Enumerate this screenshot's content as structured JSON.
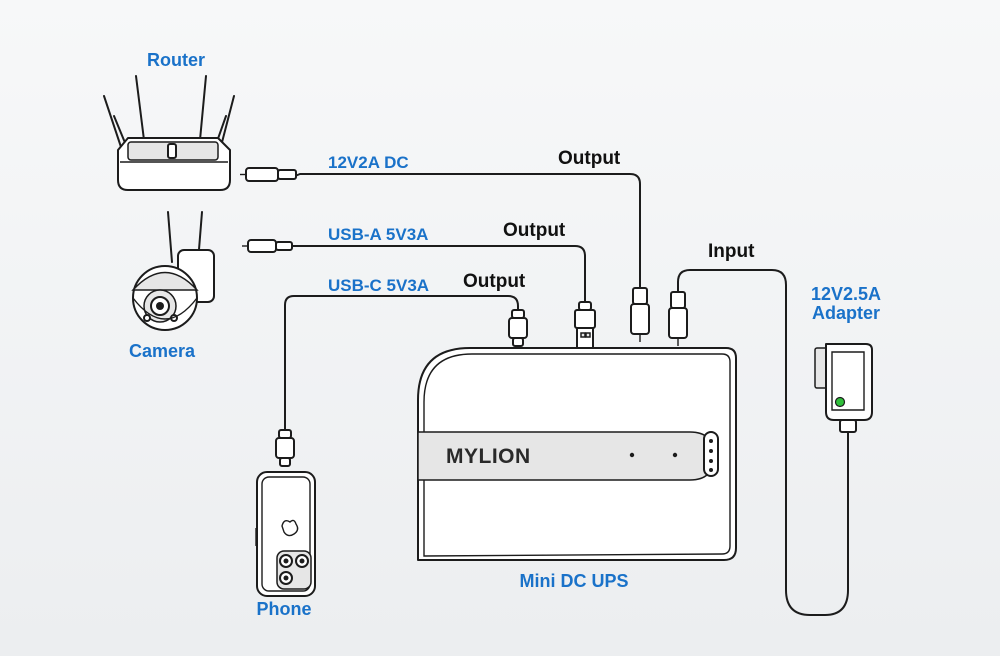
{
  "labels": {
    "router": "Router",
    "camera": "Camera",
    "phone": "Phone",
    "ups": "Mini DC UPS",
    "adapter_line1": "12V2.5A",
    "adapter_line2": "Adapter",
    "brand": "MYLION"
  },
  "connections": {
    "router_cable": "12V2A DC",
    "camera_cable": "USB-A 5V3A",
    "phone_cable": "USB-C 5V3A",
    "output_1": "Output",
    "output_2": "Output",
    "output_3": "Output",
    "input": "Input"
  },
  "colors": {
    "label_blue": "#1a72c9",
    "text_black": "#111111",
    "adapter_led": "#2fbf3a"
  },
  "icons": [
    "router-icon",
    "camera-icon",
    "phone-icon",
    "ups-device",
    "adapter-icon"
  ]
}
